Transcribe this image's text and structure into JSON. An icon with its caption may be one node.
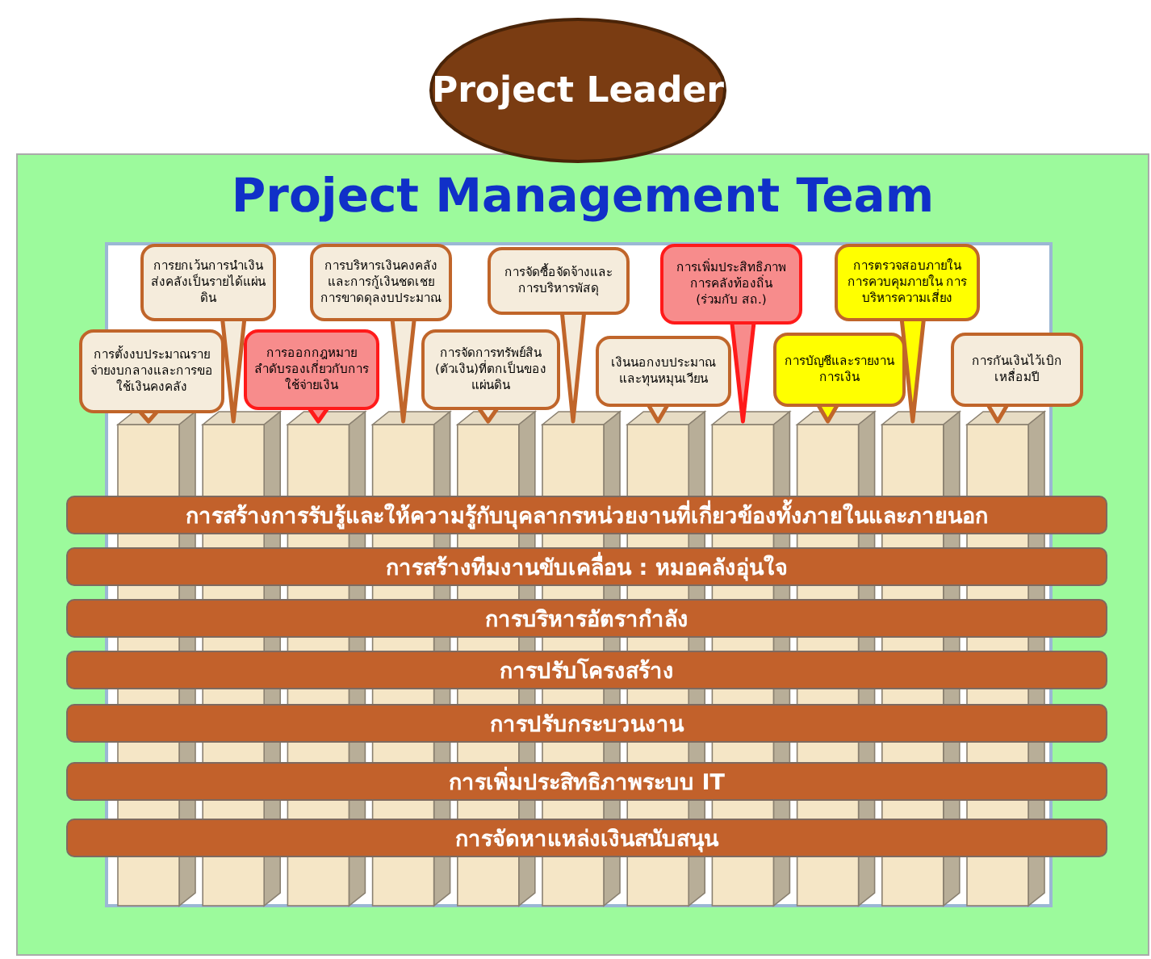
{
  "diagram": {
    "nodes": [
      {
        "text": [
          "Project Leader"
        ]
      },
      {
        "text": [
          "Project Management Team"
        ]
      },
      {
        "text": [
          "การตั้งงบประมาณรายจ่ายงบกลางและการขอใช้เงินคงคลัง"
        ],
        "in": 1
      },
      {
        "text": [
          "การยกเว้นการนำเงินส่งคลังเป็นรายได้แผ่นดิน"
        ],
        "in": 1
      },
      {
        "text": [
          "การออกกฎหมายลำดับรองเกี่ยวกับการใช้จ่ายเงิน"
        ],
        "in": 1
      },
      {
        "text": [
          "การบริหารเงินคงคลังและการกู้เงินชดเชยการขาดดุลงบประมาณ"
        ],
        "in": 1
      },
      {
        "text": [
          "การจัดการทรัพย์สิน (ตัวเงิน)ที่ตกเป็นของแผ่นดิน"
        ],
        "in": 1
      },
      {
        "text": [
          "การจัดซื้อจัดจ้างและการบริหารพัสดุ"
        ],
        "in": 1
      },
      {
        "text": [
          "เงินนอกงบประมาณและทุนหมุนเวียน"
        ],
        "in": 1
      },
      {
        "text": [
          "การเพิ่มประสิทธิภาพการคลังท้องถิ่น",
          "(ร่วมกับ สถ.)"
        ],
        "in": 1
      },
      {
        "text": [
          "การบัญชีและรายงานการเงิน"
        ],
        "in": 1
      },
      {
        "text": [
          "การตรวจสอบภายใน การควบคุมภายใน การบริหารความเสี่ยง"
        ],
        "in": 1
      },
      {
        "text": [
          "การกันเงินไว้เบิกเหลื่อมปี"
        ],
        "in": 1
      },
      {
        "text": [
          "การสร้างการรับรู้และให้ความรู้กับบุคลากรหน่วยงานที่เกี่ยวข้องทั้งภายในและภายนอก"
        ],
        "in": 1
      },
      {
        "text": [
          "การสร้างทีมงานขับเคลื่อน : หมอคลังอุ่นใจ"
        ],
        "in": 1
      },
      {
        "text": [
          "การบริหารอัตรากำลัง"
        ],
        "in": 1
      },
      {
        "text": [
          "การปรับโครงสร้าง"
        ],
        "in": 1
      },
      {
        "text": [
          "การปรับกระบวนงาน"
        ],
        "in": 1
      },
      {
        "text": [
          "การเพิ่มประสิทธิภาพระบบ IT"
        ],
        "in": 1
      },
      {
        "text": [
          "การจัดหาแหล่งเงินสนับสนุน"
        ],
        "in": 1
      }
    ]
  }
}
